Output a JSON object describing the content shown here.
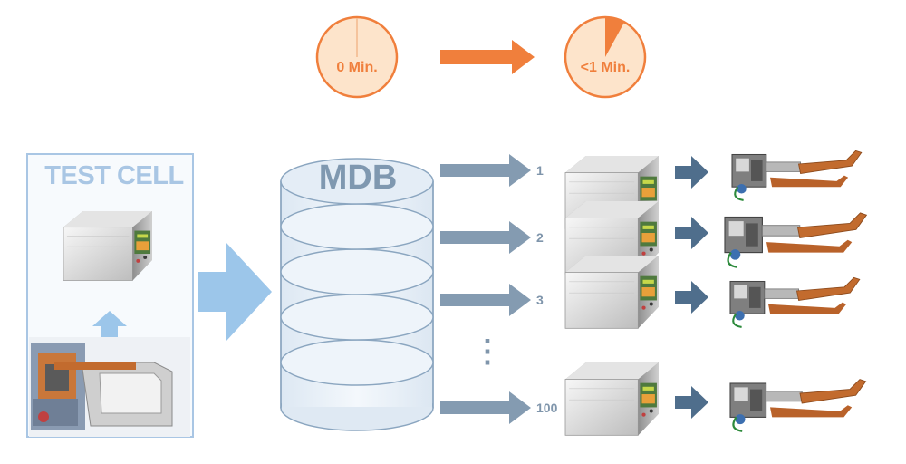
{
  "timing": {
    "before_label": "0 Min.",
    "after_label": "<1 Min.",
    "after_fraction": 0.08,
    "accent_color": "#f07f3c"
  },
  "test_cell": {
    "title": "TEST CELL",
    "color": "#a9c6e4"
  },
  "database": {
    "title": "MDB",
    "color": "#7f98b0"
  },
  "targets": [
    {
      "number": "1",
      "gun_icon": "welding-gun-1"
    },
    {
      "number": "2",
      "gun_icon": "welding-gun-2"
    },
    {
      "number": "3",
      "gun_icon": "welding-gun-3"
    },
    {
      "number": "100",
      "gun_icon": "welding-gun-4"
    }
  ],
  "ellipsis": "⋮",
  "colors": {
    "arrow_blue": "#6f8aa3",
    "light_blue": "#9cc6ea",
    "dark_arrow": "#4f6e8c"
  }
}
